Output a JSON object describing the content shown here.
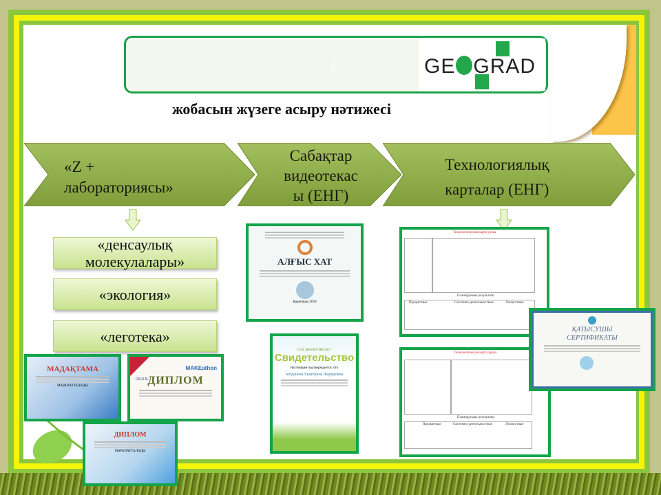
{
  "header": {
    "title_fragment": "c",
    "logo_text": "GEOGRAD",
    "subtitle": "жобасын жүзеге асыру нәтижесі"
  },
  "process": [
    {
      "line1": "«Z +",
      "line2": "лабораториясы»"
    },
    {
      "line1": "Сабақтар",
      "line2": "видеотекас",
      "line3": "ы (ЕНГ)"
    },
    {
      "line1": "Технологиялық",
      "line2": "карталар (ЕНГ)"
    }
  ],
  "topics": [
    {
      "line1": "«денсаулық",
      "line2": "молекулалары»"
    },
    {
      "line1": "«экология»"
    },
    {
      "line1": "«леготека»"
    }
  ],
  "certificates": {
    "algys": {
      "title": "АЛҒЫС ХАТ",
      "place": "Қарағанды 2018"
    },
    "svid": {
      "banner": "ГОД ЭКОЛОГИИ 2017",
      "title": "Свидетельство",
      "text": "Настоящим подтверждается, что",
      "name": "Богданова Екатерина Фаридовна"
    },
    "madaktama": {
      "title": "МАДАҚТАМА",
      "sub": "МАРАПАТТАЛАДЫ"
    },
    "diplom_digital": {
      "title": "ДИПЛОМ",
      "brand": "MAKEathon",
      "brand2": "DIGITAL"
    },
    "diplom": {
      "title": "ДИПЛОМ",
      "sub": "МАРАПАТТАЛАДЫ"
    },
    "participant": {
      "title1": "ҚАТЫСУШЫ",
      "title2": "СЕРТИФИКАТЫ"
    },
    "techmap1": {
      "title": "Технологическая карта урока",
      "results": "Планируемые результаты",
      "col1": "Предметные",
      "col2": "Системно-деятельностные",
      "col3": "Личностные"
    },
    "techmap2": {
      "title": "Технологическая карта урока",
      "results": "Планируемые результаты",
      "col1": "Предметные",
      "col2": "Системно-деятельностные",
      "col3": "Личностные"
    }
  },
  "colors": {
    "accent_green": "#14a44a",
    "chevron": "#8fae4a",
    "frame_yellow": "#f5f50a"
  }
}
